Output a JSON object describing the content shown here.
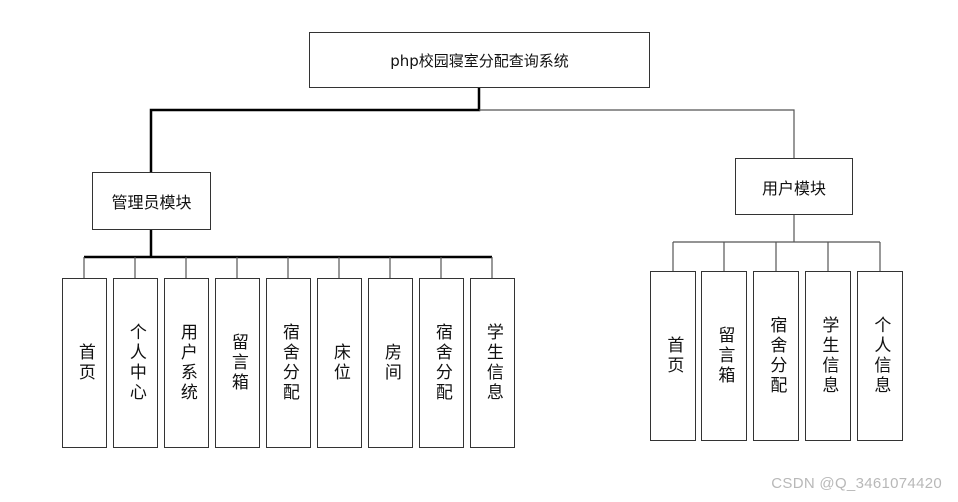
{
  "root": {
    "title": "php校园寝室分配查询系统"
  },
  "admin": {
    "title": "管理员模块",
    "items": [
      "首页",
      "个人中心",
      "用户系统",
      "留言箱",
      "宿舍分配",
      "床位",
      "房间",
      "宿舍分配",
      "学生信息"
    ]
  },
  "user": {
    "title": "用户模块",
    "items": [
      "首页",
      "留言箱",
      "宿舍分配",
      "学生信息",
      "个人信息"
    ]
  },
  "watermark": "CSDN @Q_3461074420",
  "colors": {
    "line_thick": "#000000",
    "line_thin": "#555555",
    "border": "#333333"
  }
}
